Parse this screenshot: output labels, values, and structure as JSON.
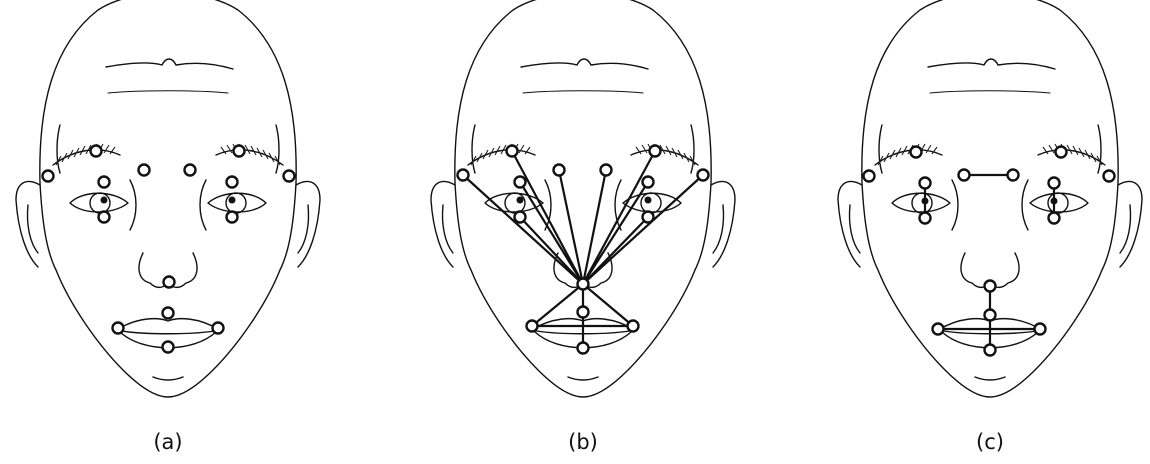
{
  "panels": [
    {
      "id": "a",
      "label": "(a)"
    },
    {
      "id": "b",
      "label": "(b)"
    },
    {
      "id": "c",
      "label": "(c)"
    }
  ]
}
